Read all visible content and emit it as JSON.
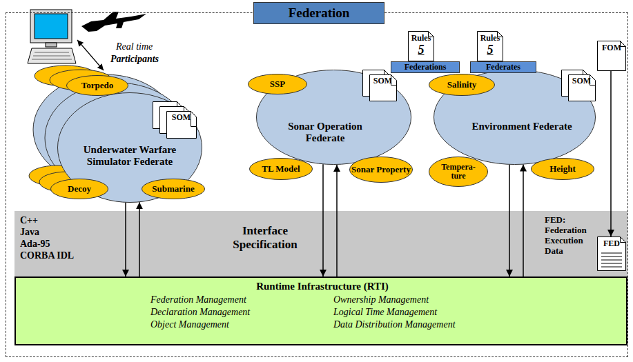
{
  "diagram": {
    "nodes": [
      {
        "text": [
          "Federation"
        ]
      },
      {
        "text": [
          "Underwater Warfare Simulator Federate"
        ],
        "in": 0
      },
      {
        "text": [
          "Torpedo"
        ],
        "in": 1
      },
      {
        "text": [
          "SOM"
        ],
        "in": 1
      },
      {
        "text": [
          "Decoy"
        ],
        "in": 1
      },
      {
        "text": [
          "Submarine"
        ],
        "in": 1
      },
      {
        "text": [
          "Sonar Operation Federate"
        ],
        "in": 0
      },
      {
        "text": [
          "SSP"
        ],
        "in": 6
      },
      {
        "text": [
          "TL Model"
        ],
        "in": 6
      },
      {
        "text": [
          "Sonar Property"
        ],
        "in": 6
      },
      {
        "text": [
          "SOM"
        ],
        "in": 0
      },
      {
        "text": [
          "Environment Federate"
        ],
        "in": 0
      },
      {
        "text": [
          "Salinity"
        ],
        "in": 11
      },
      {
        "text": [
          "Tempera- ture"
        ],
        "in": 11
      },
      {
        "text": [
          "Height"
        ],
        "in": 11
      },
      {
        "text": [
          "SOM"
        ],
        "in": 0
      },
      {
        "text": [
          "Rules",
          "5"
        ],
        "in": 0
      },
      {
        "text": [
          "Federations"
        ],
        "in": 0
      },
      {
        "text": [
          "Rules",
          "5"
        ],
        "in": 0
      },
      {
        "text": [
          "Federates"
        ],
        "in": 0
      },
      {
        "text": [
          "FOM"
        ],
        "in": 0
      },
      {
        "text": [
          "C++",
          "Java",
          "Ada-95",
          "CORBA IDL",
          "Interface Specification",
          "FED: Federation Execution Data"
        ],
        "in": 0
      },
      {
        "text": [
          "FED"
        ],
        "in": 21
      },
      {
        "text": [
          "Runtime Infrastructure (RTI)",
          "Federation Management",
          "Ownership Management",
          "Declaration Management",
          "Logical Time Management",
          "Object Management",
          "Data Distribution Management"
        ],
        "in": 0
      }
    ],
    "edges": [
      {
        "from": 1,
        "to": 23,
        "arrow": "to"
      },
      {
        "from": 23,
        "to": 1,
        "arrow": "to"
      },
      {
        "from": 6,
        "to": 23,
        "arrow": "to"
      },
      {
        "from": 23,
        "to": 6,
        "arrow": "to"
      },
      {
        "from": 11,
        "to": 23,
        "arrow": "to"
      },
      {
        "from": 23,
        "to": 11,
        "arrow": "to"
      },
      {
        "from": 20,
        "to": 22,
        "arrow": "to"
      }
    ],
    "labels": [
      "Real time",
      "Participants"
    ]
  }
}
